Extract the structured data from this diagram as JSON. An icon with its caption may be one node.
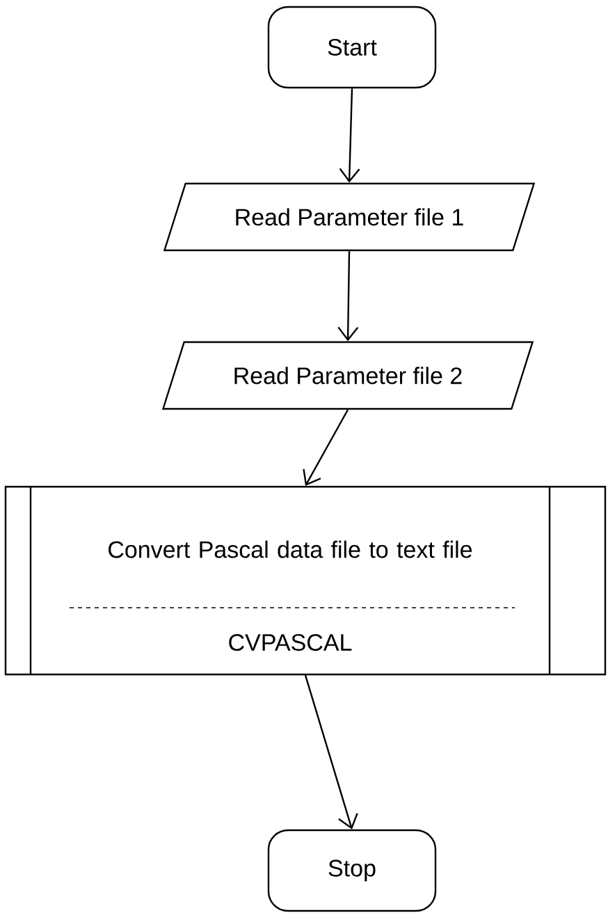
{
  "diagram": {
    "nodes": [
      {
        "text": [
          "Start"
        ]
      },
      {
        "text": [
          "Read Parameter file 1"
        ]
      },
      {
        "text": [
          "Read Parameter file 2"
        ]
      },
      {
        "text": [
          "Convert Pascal data file to text file",
          "CVPASCAL"
        ]
      },
      {
        "text": [
          "Stop"
        ]
      }
    ],
    "edges": [
      {
        "from": 0,
        "to": 1,
        "arrow": "to"
      },
      {
        "from": 1,
        "to": 2,
        "arrow": "to"
      },
      {
        "from": 2,
        "to": 3,
        "arrow": "to"
      },
      {
        "from": 3,
        "to": 4,
        "arrow": "to"
      }
    ]
  }
}
